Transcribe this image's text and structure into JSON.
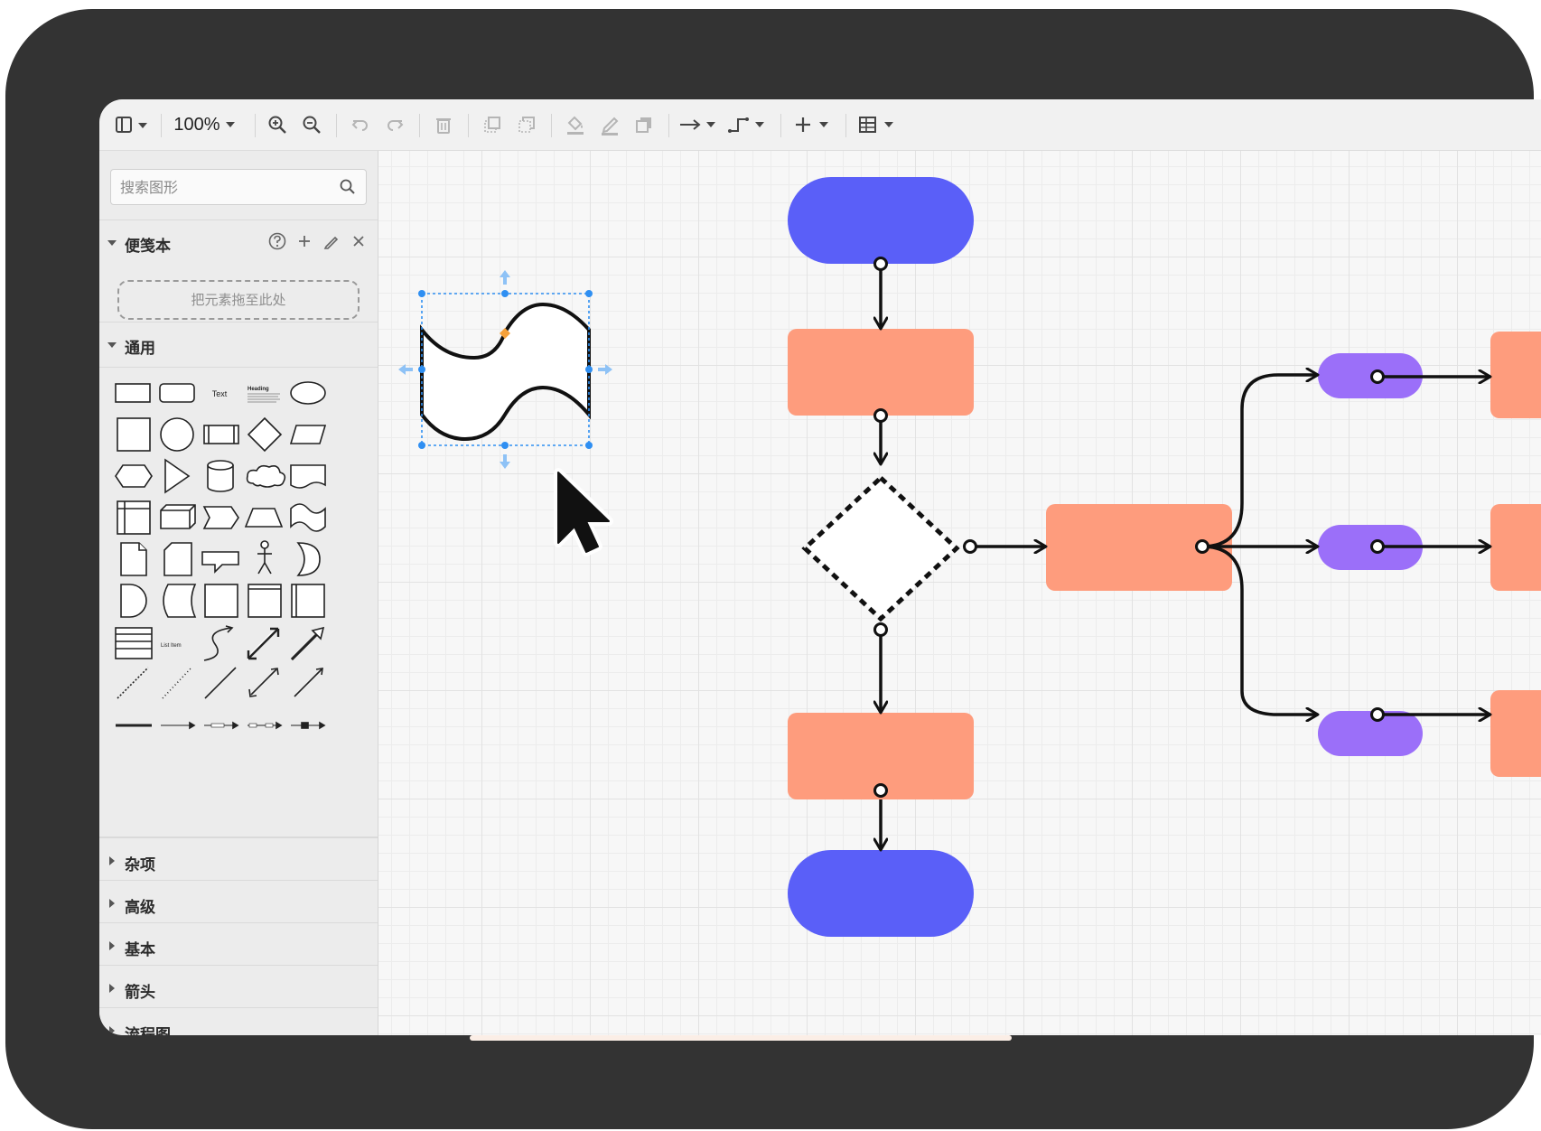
{
  "toolbar": {
    "zoom_label": "100%"
  },
  "sidebar": {
    "search": {
      "placeholder": "搜索图形"
    },
    "scratchpad": {
      "title": "便笺本",
      "drop_hint": "把元素拖至此处"
    },
    "general": {
      "title": "通用",
      "text_shape_label": "Text",
      "heading_shape_label": "Heading",
      "list_item_label": "List Item"
    },
    "collapsed_sections": [
      "杂项",
      "高级",
      "基本",
      "箭头",
      "流程图"
    ]
  },
  "colors": {
    "terminator": "#5a5ff8",
    "process": "#fe9c7d",
    "connector": "#9b6ff9",
    "selection": "#2f8ff2",
    "handle_orange": "#f5a13b",
    "frame": "#333333"
  }
}
